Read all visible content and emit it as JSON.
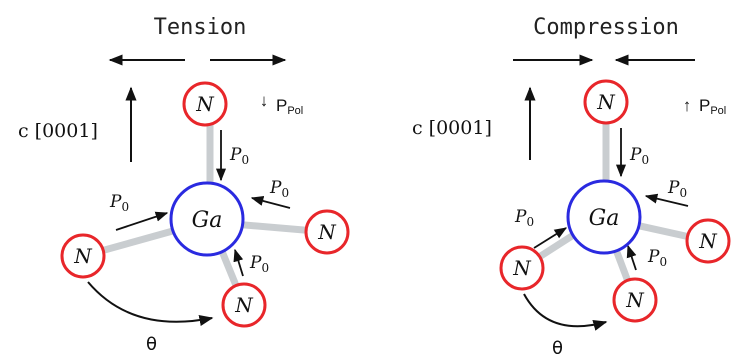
{
  "panels": [
    {
      "title": "Tension",
      "axis_label": "c [0001]",
      "polarization_symbol": "P",
      "polarization_subscript": "Pol",
      "polarization_arrow": "↓",
      "center_atom": "Ga",
      "outer_atom": "N",
      "force_symbol": "P",
      "force_subscript": "0",
      "angle_label": "θ"
    },
    {
      "title": "Compression",
      "axis_label": "c [0001]",
      "polarization_symbol": "P",
      "polarization_subscript": "Pol",
      "polarization_arrow": "↑",
      "center_atom": "Ga",
      "outer_atom": "N",
      "force_symbol": "P",
      "force_subscript": "0",
      "angle_label": "θ"
    }
  ],
  "colors": {
    "ga_ring": "#2a2ae0",
    "n_ring": "#e8262a",
    "bond": "#c9cdd0",
    "arrow": "#111111"
  }
}
